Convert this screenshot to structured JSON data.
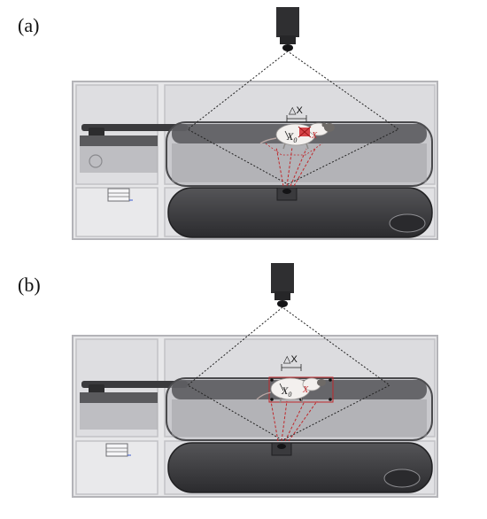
{
  "panels": [
    {
      "id": "a",
      "label": "(a)",
      "delta_label": "△X",
      "x0_label": "X",
      "x0_sub": "0",
      "x_label": "X"
    },
    {
      "id": "b",
      "label": "(b)",
      "delta_label": "△X",
      "x0_label": "X",
      "x0_sub": "0",
      "x_label": "X"
    }
  ],
  "colors": {
    "frame": "#b9b9bd",
    "frame_fill": "#e4e4e6",
    "belt": "#3d3d40",
    "camera": "#2f2f31",
    "annotation": "#c0282c",
    "rat_body": "#f3f0ee"
  }
}
